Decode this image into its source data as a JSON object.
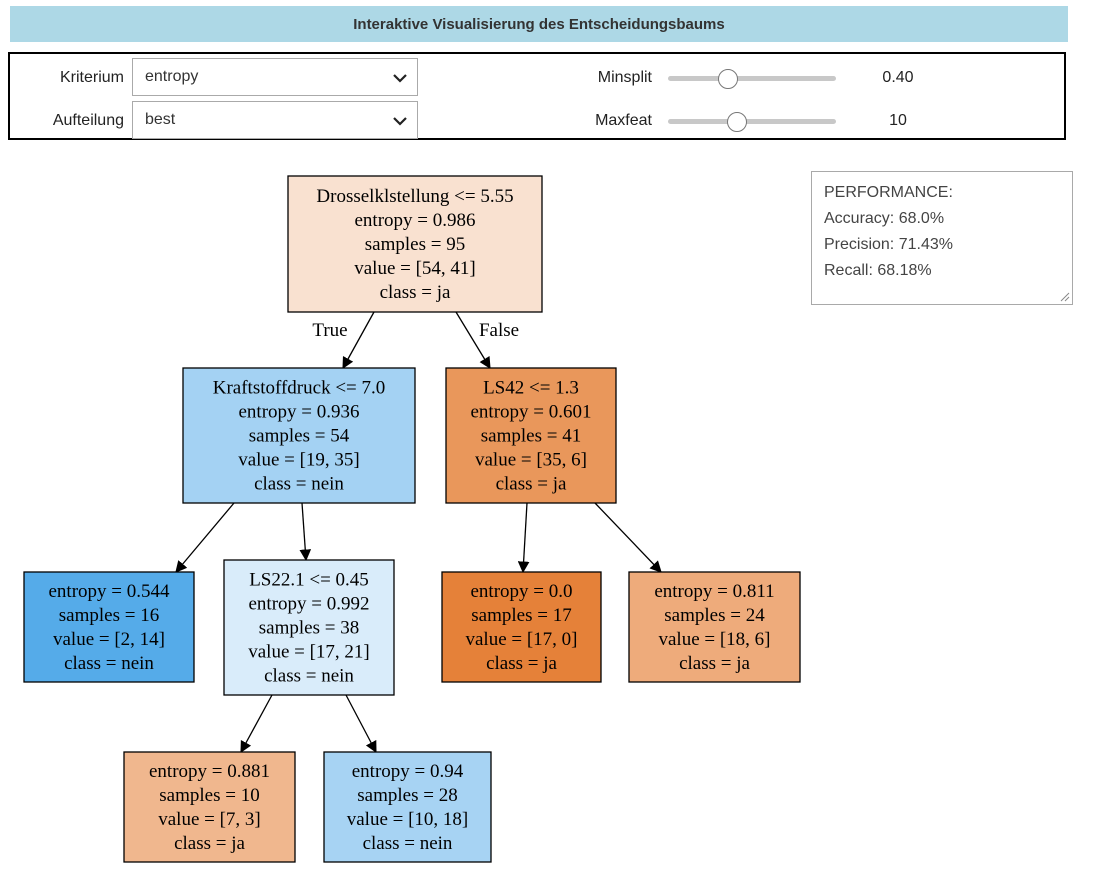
{
  "header": {
    "title": "Interaktive Visualisierung des Entscheidungsbaums"
  },
  "controls": {
    "criterion": {
      "label": "Kriterium",
      "value": "entropy"
    },
    "splitter": {
      "label": "Aufteilung",
      "value": "best"
    },
    "minsplit": {
      "label": "Minsplit",
      "value": "0.40",
      "fraction": 0.36
    },
    "maxfeat": {
      "label": "Maxfeat",
      "value": "10",
      "fraction": 0.41
    }
  },
  "performance": {
    "lines": [
      "PERFORMANCE:",
      "Accuracy: 68.0%",
      "Precision: 71.43%",
      "Recall: 68.18%"
    ]
  },
  "tree": {
    "nodes": [
      {
        "lines": [
          "Drosselklstellung <= 5.55",
          "entropy = 0.986",
          "samples = 95",
          "value = [54, 41]",
          "class = ja"
        ],
        "fill": "#f9e1d0"
      },
      {
        "lines": [
          "Kraftstoffdruck <= 7.0",
          "entropy = 0.936",
          "samples = 54",
          "value = [19, 35]",
          "class = nein"
        ],
        "fill": "#a4d2f3"
      },
      {
        "lines": [
          "LS42 <= 1.3",
          "entropy = 0.601",
          "samples = 41",
          "value = [35, 6]",
          "class = ja"
        ],
        "fill": "#e9975b"
      },
      {
        "lines": [
          "entropy = 0.544",
          "samples = 16",
          "value = [2, 14]",
          "class = nein"
        ],
        "fill": "#55abe9"
      },
      {
        "lines": [
          "LS22.1 <= 0.45",
          "entropy = 0.992",
          "samples = 38",
          "value = [17, 21]",
          "class = nein"
        ],
        "fill": "#d9ecfa"
      },
      {
        "lines": [
          "entropy = 0.0",
          "samples = 17",
          "value = [17, 0]",
          "class = ja"
        ],
        "fill": "#e58139"
      },
      {
        "lines": [
          "entropy = 0.811",
          "samples = 24",
          "value = [18, 6]",
          "class = ja"
        ],
        "fill": "#eeab7b"
      },
      {
        "lines": [
          "entropy = 0.881",
          "samples = 10",
          "value = [7, 3]",
          "class = ja"
        ],
        "fill": "#f0b78e"
      },
      {
        "lines": [
          "entropy = 0.94",
          "samples = 28",
          "value = [10, 18]",
          "class = nein"
        ],
        "fill": "#a7d3f3"
      }
    ],
    "edge_labels": [
      "True",
      "False"
    ]
  }
}
